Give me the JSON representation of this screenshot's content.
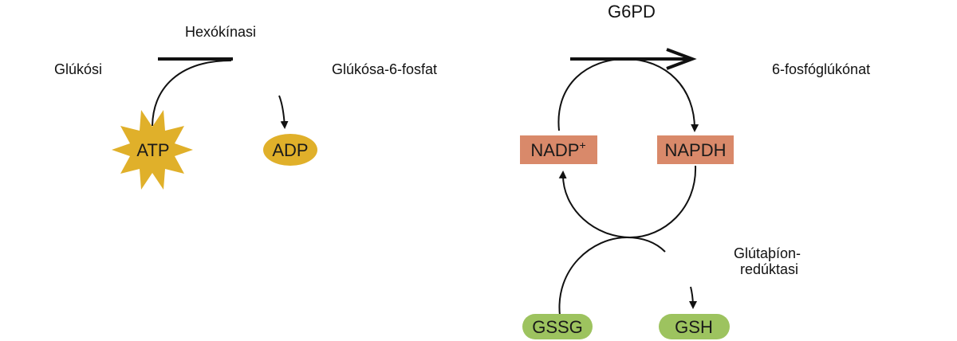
{
  "glycolysis": {
    "enzyme": "Hexókínasi",
    "substrate": "Glúkósi",
    "product": "Glúkósa-6-fosfat",
    "cofactor_in": "ATP",
    "cofactor_out": "ADP"
  },
  "pentose": {
    "enzyme": "G6PD",
    "product": "6-fosfóglúkónat",
    "oxidized": "NADP",
    "oxidized_charge": "+",
    "reduced": "NAPDH"
  },
  "glutathione": {
    "enzyme_line1": "Glútaþíon-",
    "enzyme_line2": "redúktasi",
    "oxidized": "GSSG",
    "reduced": "GSH"
  },
  "colors": {
    "atp": "#e0b02a",
    "adp": "#e0b02a",
    "nadp": "#d9896a",
    "glutathione": "#9dc35f"
  }
}
